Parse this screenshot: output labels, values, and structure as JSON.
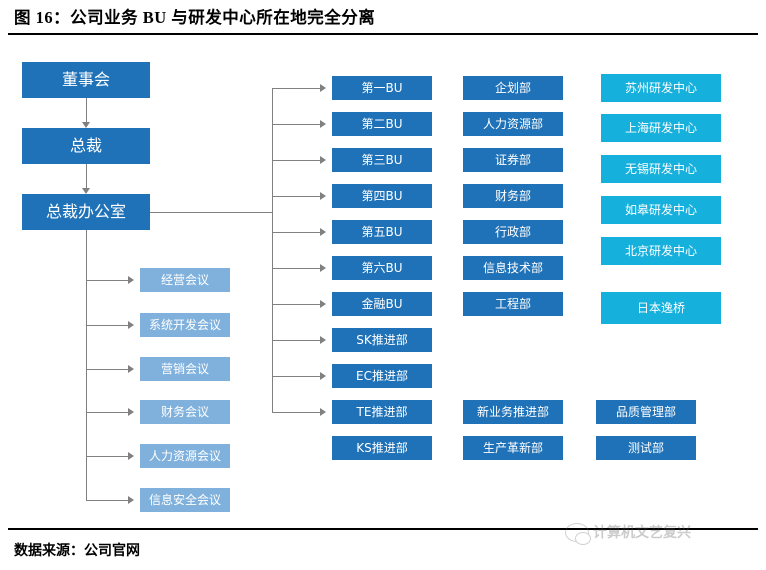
{
  "header": {
    "title": "图 16：公司业务 BU 与研发中心所在地完全分离"
  },
  "footer": {
    "source": "数据来源：公司官网",
    "watermark": "计算机文艺复兴"
  },
  "chain": {
    "board": "董事会",
    "president": "总裁",
    "office": "总裁办公室"
  },
  "meetings": [
    {
      "label": "经营会议"
    },
    {
      "label": "系统开发会议"
    },
    {
      "label": "营销会议"
    },
    {
      "label": "财务会议"
    },
    {
      "label": "人力资源会议"
    },
    {
      "label": "信息安全会议"
    }
  ],
  "bu_units": [
    {
      "label": "第一BU"
    },
    {
      "label": "第二BU"
    },
    {
      "label": "第三BU"
    },
    {
      "label": "第四BU"
    },
    {
      "label": "第五BU"
    },
    {
      "label": "第六BU"
    },
    {
      "label": "金融BU"
    },
    {
      "label": "SK推进部"
    },
    {
      "label": "EC推进部"
    },
    {
      "label": "TE推进部"
    },
    {
      "label": "KS推进部"
    }
  ],
  "departments": [
    {
      "label": "企划部"
    },
    {
      "label": "人力资源部"
    },
    {
      "label": "证券部"
    },
    {
      "label": "财务部"
    },
    {
      "label": "行政部"
    },
    {
      "label": "信息技术部"
    },
    {
      "label": "工程部"
    }
  ],
  "rd_centers": [
    {
      "label": "苏州研发中心"
    },
    {
      "label": "上海研发中心"
    },
    {
      "label": "无锡研发中心"
    },
    {
      "label": "如皋研发中心"
    },
    {
      "label": "北京研发中心"
    },
    {
      "label": "日本逸桥"
    }
  ],
  "bottom_left": [
    {
      "label": "新业务推进部"
    },
    {
      "label": "生产革新部"
    }
  ],
  "bottom_right": [
    {
      "label": "品质管理部"
    },
    {
      "label": "测试部"
    }
  ],
  "colors": {
    "dark_blue": "#1f72b8",
    "light_blue": "#7fb1dc",
    "cyan": "#16b0dd",
    "connector": "#808080"
  }
}
